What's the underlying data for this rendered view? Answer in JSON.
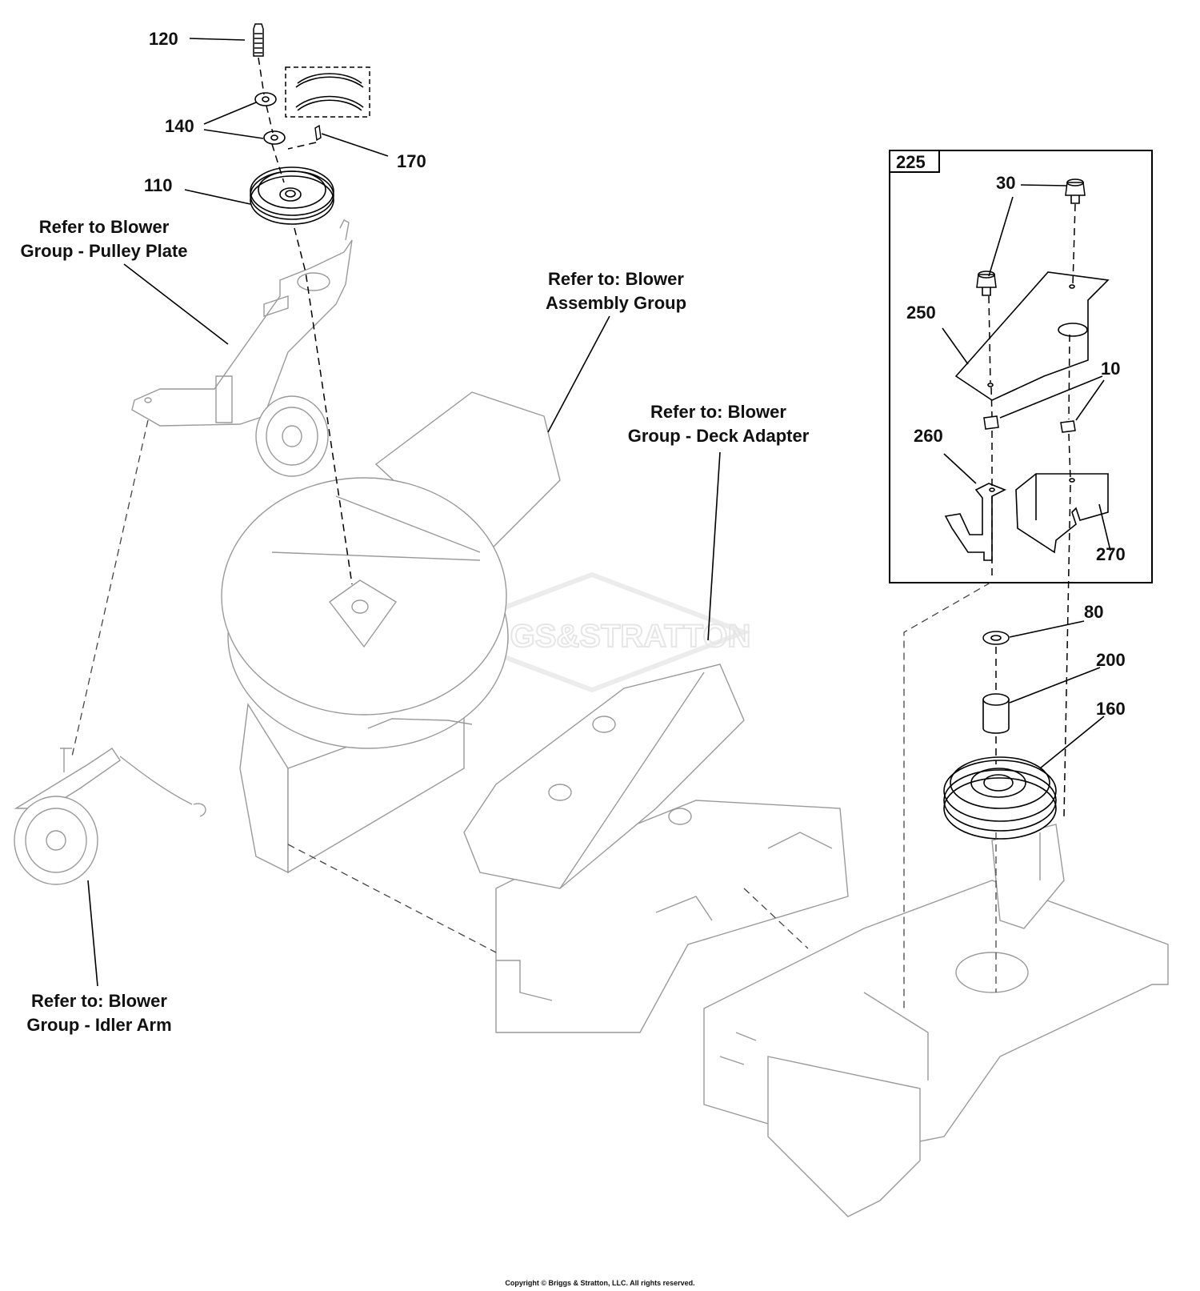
{
  "callouts": {
    "c120": "120",
    "c140": "140",
    "c170": "170",
    "c110": "110",
    "c225": "225",
    "c30": "30",
    "c250": "250",
    "c10": "10",
    "c260": "260",
    "c270": "270",
    "c80": "80",
    "c200": "200",
    "c160": "160"
  },
  "references": {
    "pulley_plate": [
      "Refer to Blower",
      "Group - Pulley Plate"
    ],
    "assembly_group": [
      "Refer to: Blower",
      "Assembly Group"
    ],
    "deck_adapter": [
      "Refer to: Blower",
      "Group - Deck Adapter"
    ],
    "idler_arm": [
      "Refer to: Blower",
      "Group - Idler Arm"
    ]
  },
  "watermark": "BRIGGS&STRATTON",
  "copyright": "Copyright © Briggs & Stratton, LLC. All rights reserved."
}
